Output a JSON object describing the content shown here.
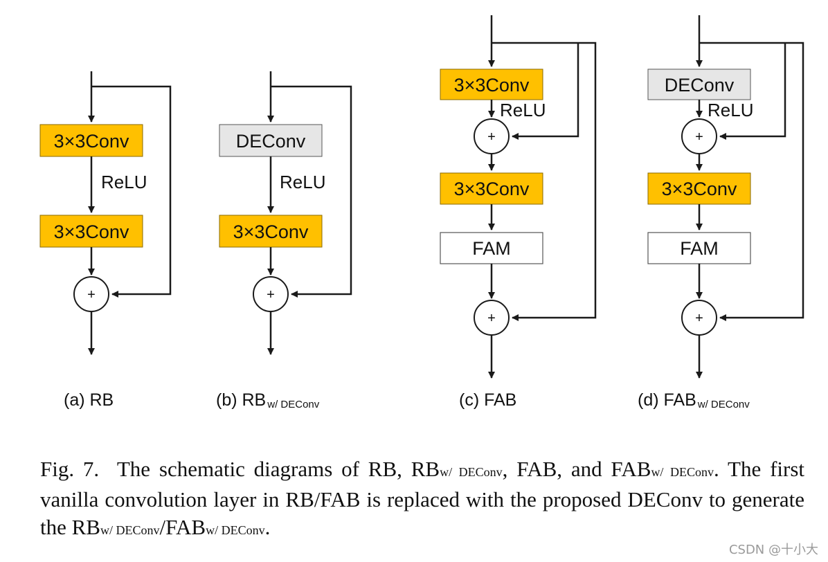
{
  "colors": {
    "conv_fill": "#FFC000",
    "deconv_fill": "#E6E6E6",
    "fam_fill": "#FFFFFF",
    "stroke": "#1A1A1A"
  },
  "blocks": {
    "conv_label": "3×3Conv",
    "deconv_label": "DEConv",
    "fam_label": "FAM",
    "relu_label": "ReLU",
    "plus_label": "+"
  },
  "subfigures": {
    "a": {
      "prefix": "(a) RB",
      "subscript": ""
    },
    "b": {
      "prefix": "(b) RB",
      "subscript": "w/ DEConv"
    },
    "c": {
      "prefix": "(c) FAB",
      "subscript": ""
    },
    "d": {
      "prefix": "(d) FAB",
      "subscript": "w/ DEConv"
    }
  },
  "caption": {
    "fig": "Fig. 7.",
    "t1": "The schematic diagrams of RB, RB",
    "s1": "w/ DEConv",
    "t2": ", FAB, and FAB",
    "s2": "w/ DEConv",
    "t3": ". The first vanilla convolution layer in RB/FAB is replaced with the proposed DEConv to generate the RB",
    "s3": "w/ DEConv",
    "t4": "/FAB",
    "s4": "w/ DEConv",
    "t5": "."
  },
  "watermark": "CSDN @十小大"
}
